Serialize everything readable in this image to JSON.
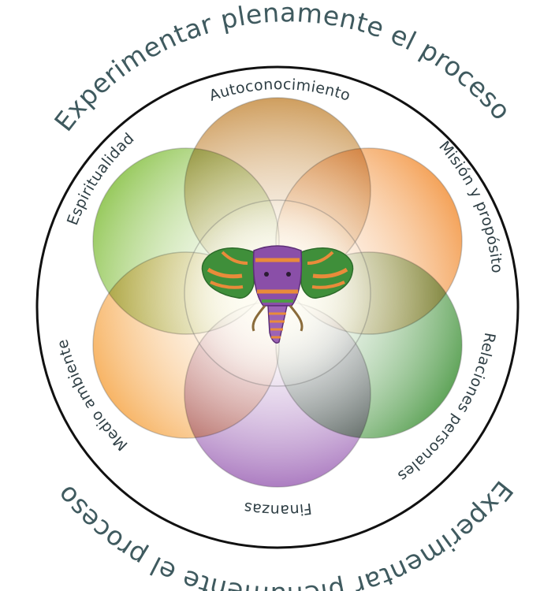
{
  "outer_ring": {
    "top_text": "Experimentar plenamente el proceso",
    "bottom_text": "Experimentar plenamente el proceso"
  },
  "petals": [
    {
      "label": "Autoconocimiento",
      "color": "#c9924a"
    },
    {
      "label": "Misión y propósito",
      "color": "#f39a4a"
    },
    {
      "label": "Relaciones personales",
      "color": "#4e9a47"
    },
    {
      "label": "Finanzas",
      "color": "#9c63b5"
    },
    {
      "label": "Medio ambiente",
      "color": "#f6a94e"
    },
    {
      "label": "Espiritualidad",
      "color": "#8bc34a"
    }
  ],
  "center": {
    "emblem": "elephant-icon",
    "glow_color": "#fffbe8"
  },
  "colors": {
    "ring_stroke": "#111111",
    "ring_text": "#3f5a5f",
    "petal_text": "#2f3f45",
    "elephant_green": "#3f8f3a",
    "elephant_purple": "#8a4fa8",
    "elephant_orange": "#e98b3a"
  }
}
